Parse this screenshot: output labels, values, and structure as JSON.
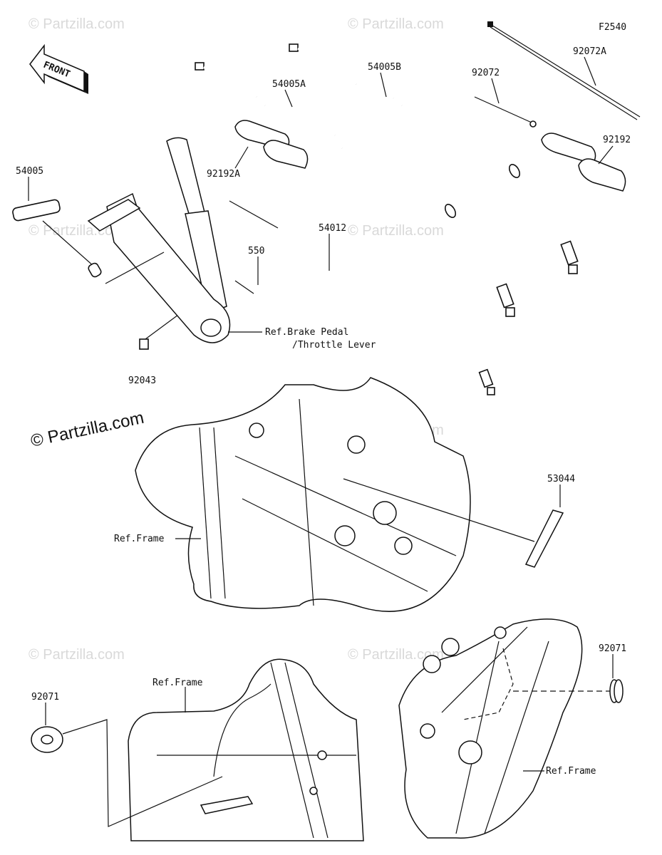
{
  "figure_code": "F2540",
  "front_arrow_label": "FRONT",
  "copyright": "© Partzilla.com",
  "watermark": "© Partzilla.com",
  "parts": {
    "cable_54005": "54005",
    "cable_54005a": "54005A",
    "cable_54005b": "54005B",
    "cable_54012": "54012",
    "tie_92072": "92072",
    "tie_92072a": "92072A",
    "tube_92192": "92192",
    "tube_92192a": "92192A",
    "pin_550": "550",
    "pin_92043": "92043",
    "grommet_92071_right": "92071",
    "grommet_92071_left": "92071",
    "plate_53044": "53044"
  },
  "references": {
    "brake_pedal_line1": "Ref.Brake Pedal",
    "brake_pedal_line2": "/Throttle Lever",
    "frame_middle": "Ref.Frame",
    "frame_bottom_left": "Ref.Frame",
    "frame_bottom_right": "Ref.Frame"
  }
}
